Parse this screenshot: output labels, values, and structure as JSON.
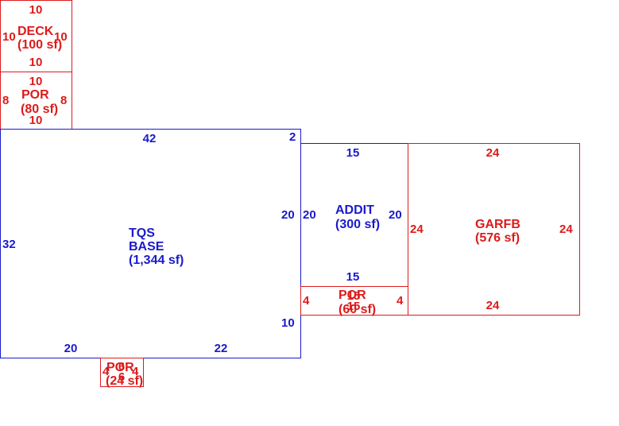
{
  "colors": {
    "blue": "#1a1acc",
    "red": "#dd1a1a"
  },
  "areas": {
    "deck": {
      "name": "DECK",
      "size": "(100 sf)",
      "color": "red",
      "dims": {
        "top": "10",
        "bottom": "10",
        "left": "10",
        "right": "10"
      }
    },
    "por_upper": {
      "name": "POR",
      "size": "(80 sf)",
      "color": "red",
      "dims": {
        "top": "10",
        "bottom": "10",
        "left": "8",
        "right": "8"
      }
    },
    "base": {
      "name_line1": "TQS",
      "name_line2": "BASE",
      "size": "(1,344 sf)",
      "color": "blue",
      "dims": {
        "top": "42",
        "top_right": "2",
        "left": "32",
        "right_upper": "20",
        "right_lower": "10",
        "bottom_left": "20",
        "bottom_right": "22"
      }
    },
    "addit": {
      "name": "ADDIT",
      "size": "(300 sf)",
      "color": "blue",
      "dims": {
        "top": "15",
        "bottom": "15",
        "left": "20",
        "right": "20"
      }
    },
    "garfb": {
      "name": "GARFB",
      "size": "(576 sf)",
      "color": "red",
      "dims": {
        "top": "24",
        "bottom": "24",
        "left": "24",
        "right": "24"
      }
    },
    "por_mid": {
      "name": "POR",
      "size": "(60 sf)",
      "color": "red",
      "dims": {
        "top": "15",
        "bottom": "15",
        "left": "4",
        "right": "4"
      }
    },
    "por_bottom": {
      "name": "POR",
      "size": "(24 sf)",
      "color": "red",
      "dims": {
        "top": "6",
        "bottom": "6",
        "left": "4",
        "right": "4"
      }
    }
  }
}
